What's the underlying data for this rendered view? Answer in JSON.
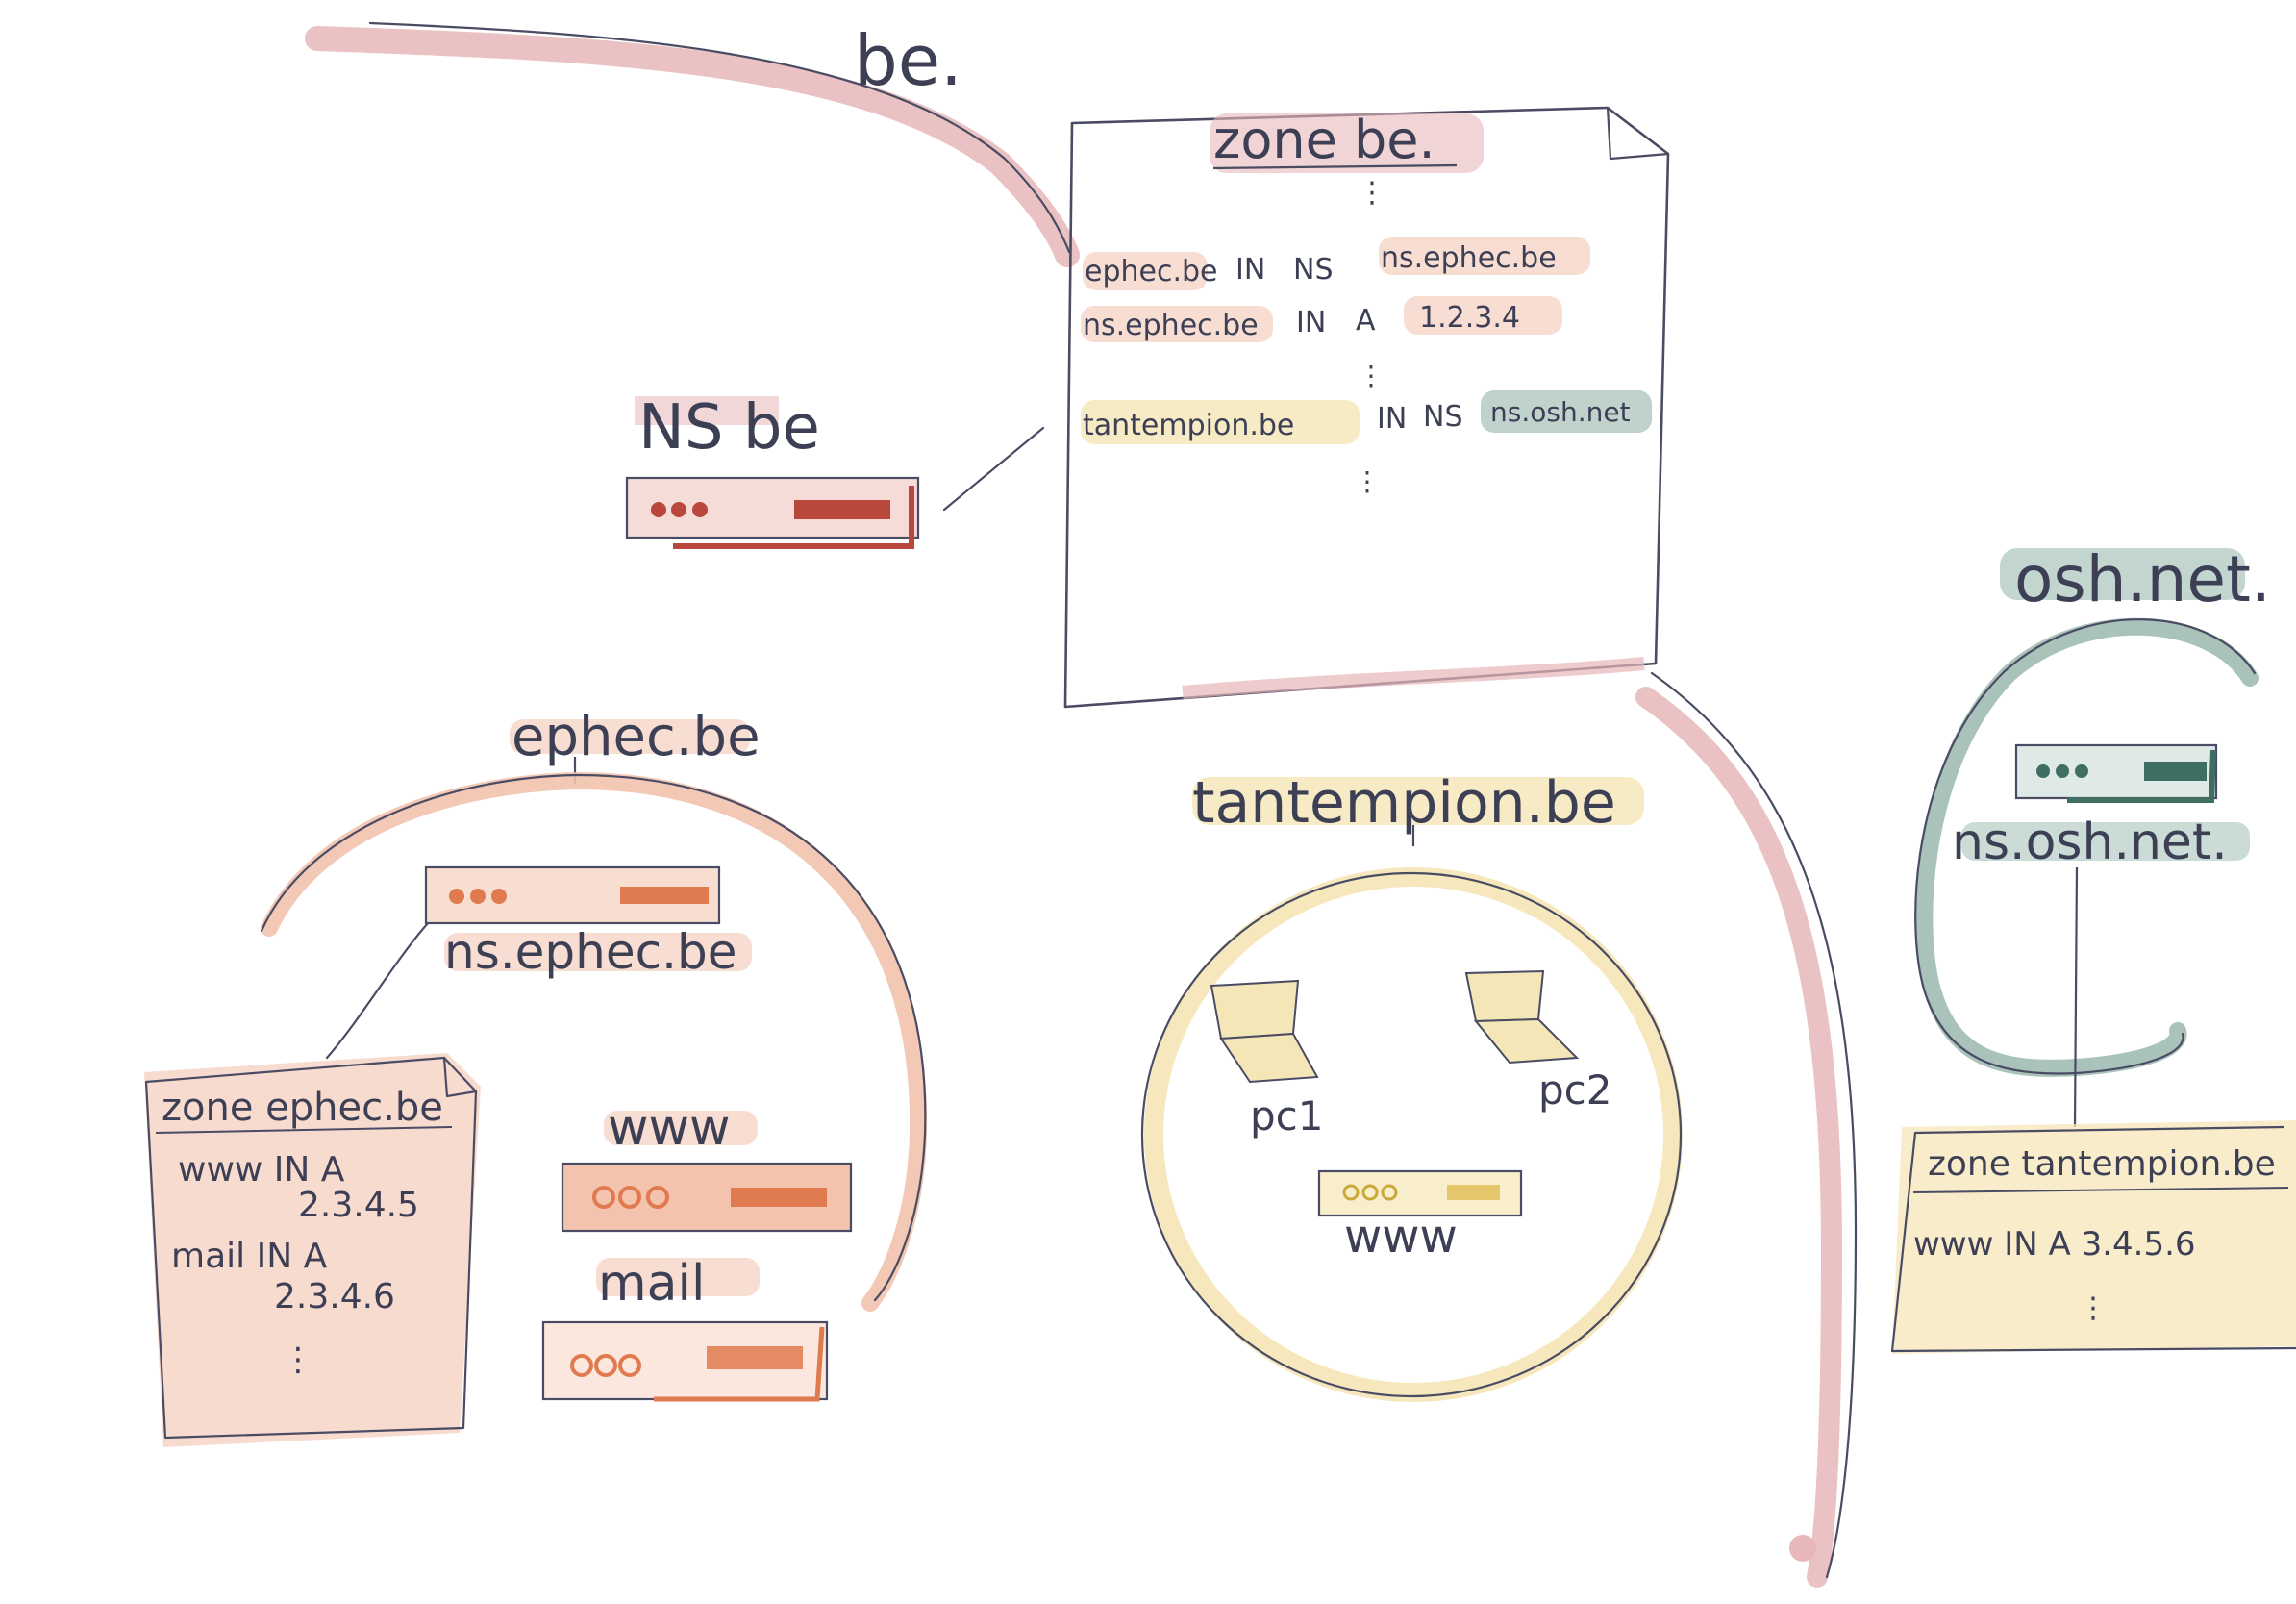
{
  "colors": {
    "ink": "#3d3f55",
    "be_zone": "#e7b7b9",
    "ephec_zone": "#f2c2ad",
    "ephec_accent": "#e07a4f",
    "tantempion_zone": "#f5e6b8",
    "osh_zone": "#a9c3bb",
    "osh_accent": "#3f6f62",
    "ns_be_accent": "#b9473b"
  },
  "be": {
    "title": "be.",
    "ns_label": "NS be",
    "zone_title": "zone be.",
    "records": [
      {
        "name": "ephec.be",
        "class": "IN",
        "type": "NS",
        "value": "ns.ephec.be"
      },
      {
        "name": "ns.ephec.be",
        "class": "IN",
        "type": "A",
        "value": "1.2.3.4"
      },
      {
        "name": "tantempion.be",
        "class": "IN",
        "type": "NS",
        "value": "ns.osh.net"
      }
    ]
  },
  "ephec": {
    "title": "ephec.be",
    "ns_label": "ns.ephec.be",
    "zone_title": "zone ephec.be",
    "zone_lines": [
      "www IN A",
      "2.3.4.5",
      "mail IN A",
      "2.3.4.6"
    ],
    "servers": [
      "www",
      "mail"
    ]
  },
  "tantempion": {
    "title": "tantempion.be",
    "pcs": [
      "pc1",
      "pc2"
    ],
    "server": "www"
  },
  "osh": {
    "title": "osh.net.",
    "ns_label": "ns.osh.net.",
    "zone_title": "zone tantempion.be",
    "zone_line": "www IN A 3.4.5.6"
  },
  "icons": [
    "server-icon",
    "laptop-icon",
    "document-icon"
  ]
}
